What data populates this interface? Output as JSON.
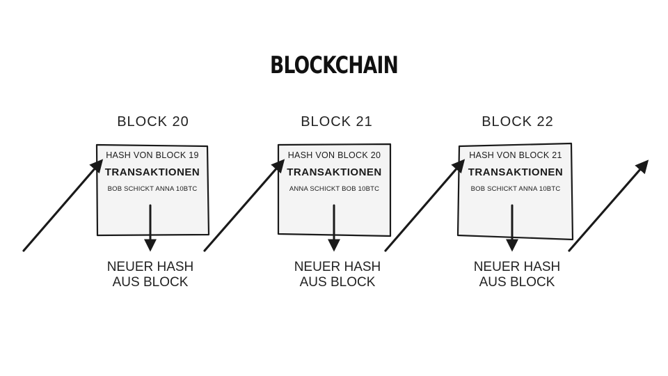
{
  "title": "BLOCKCHAIN",
  "blocks": [
    {
      "label": "BLOCK 20",
      "prev_hash": "HASH VON BLOCK 19",
      "transactions_heading": "TRANSAKTIONEN",
      "transaction": "BOB SCHICKT ANNA 10BTC",
      "output_line1": "NEUER HASH",
      "output_line2": "AUS BLOCK"
    },
    {
      "label": "BLOCK 21",
      "prev_hash": "HASH VON BLOCK 20",
      "transactions_heading": "TRANSAKTIONEN",
      "transaction": "ANNA SCHICKT BOB 10BTC",
      "output_line1": "NEUER HASH",
      "output_line2": "AUS BLOCK"
    },
    {
      "label": "BLOCK 22",
      "prev_hash": "HASH VON BLOCK 21",
      "transactions_heading": "TRANSAKTIONEN",
      "transaction": "BOB SCHICKT ANNA 10BTC",
      "output_line1": "NEUER HASH",
      "output_line2": "AUS BLOCK"
    }
  ],
  "colors": {
    "stroke": "#1a1a1a",
    "box_fill": "#f4f4f4",
    "background": "#ffffff"
  }
}
